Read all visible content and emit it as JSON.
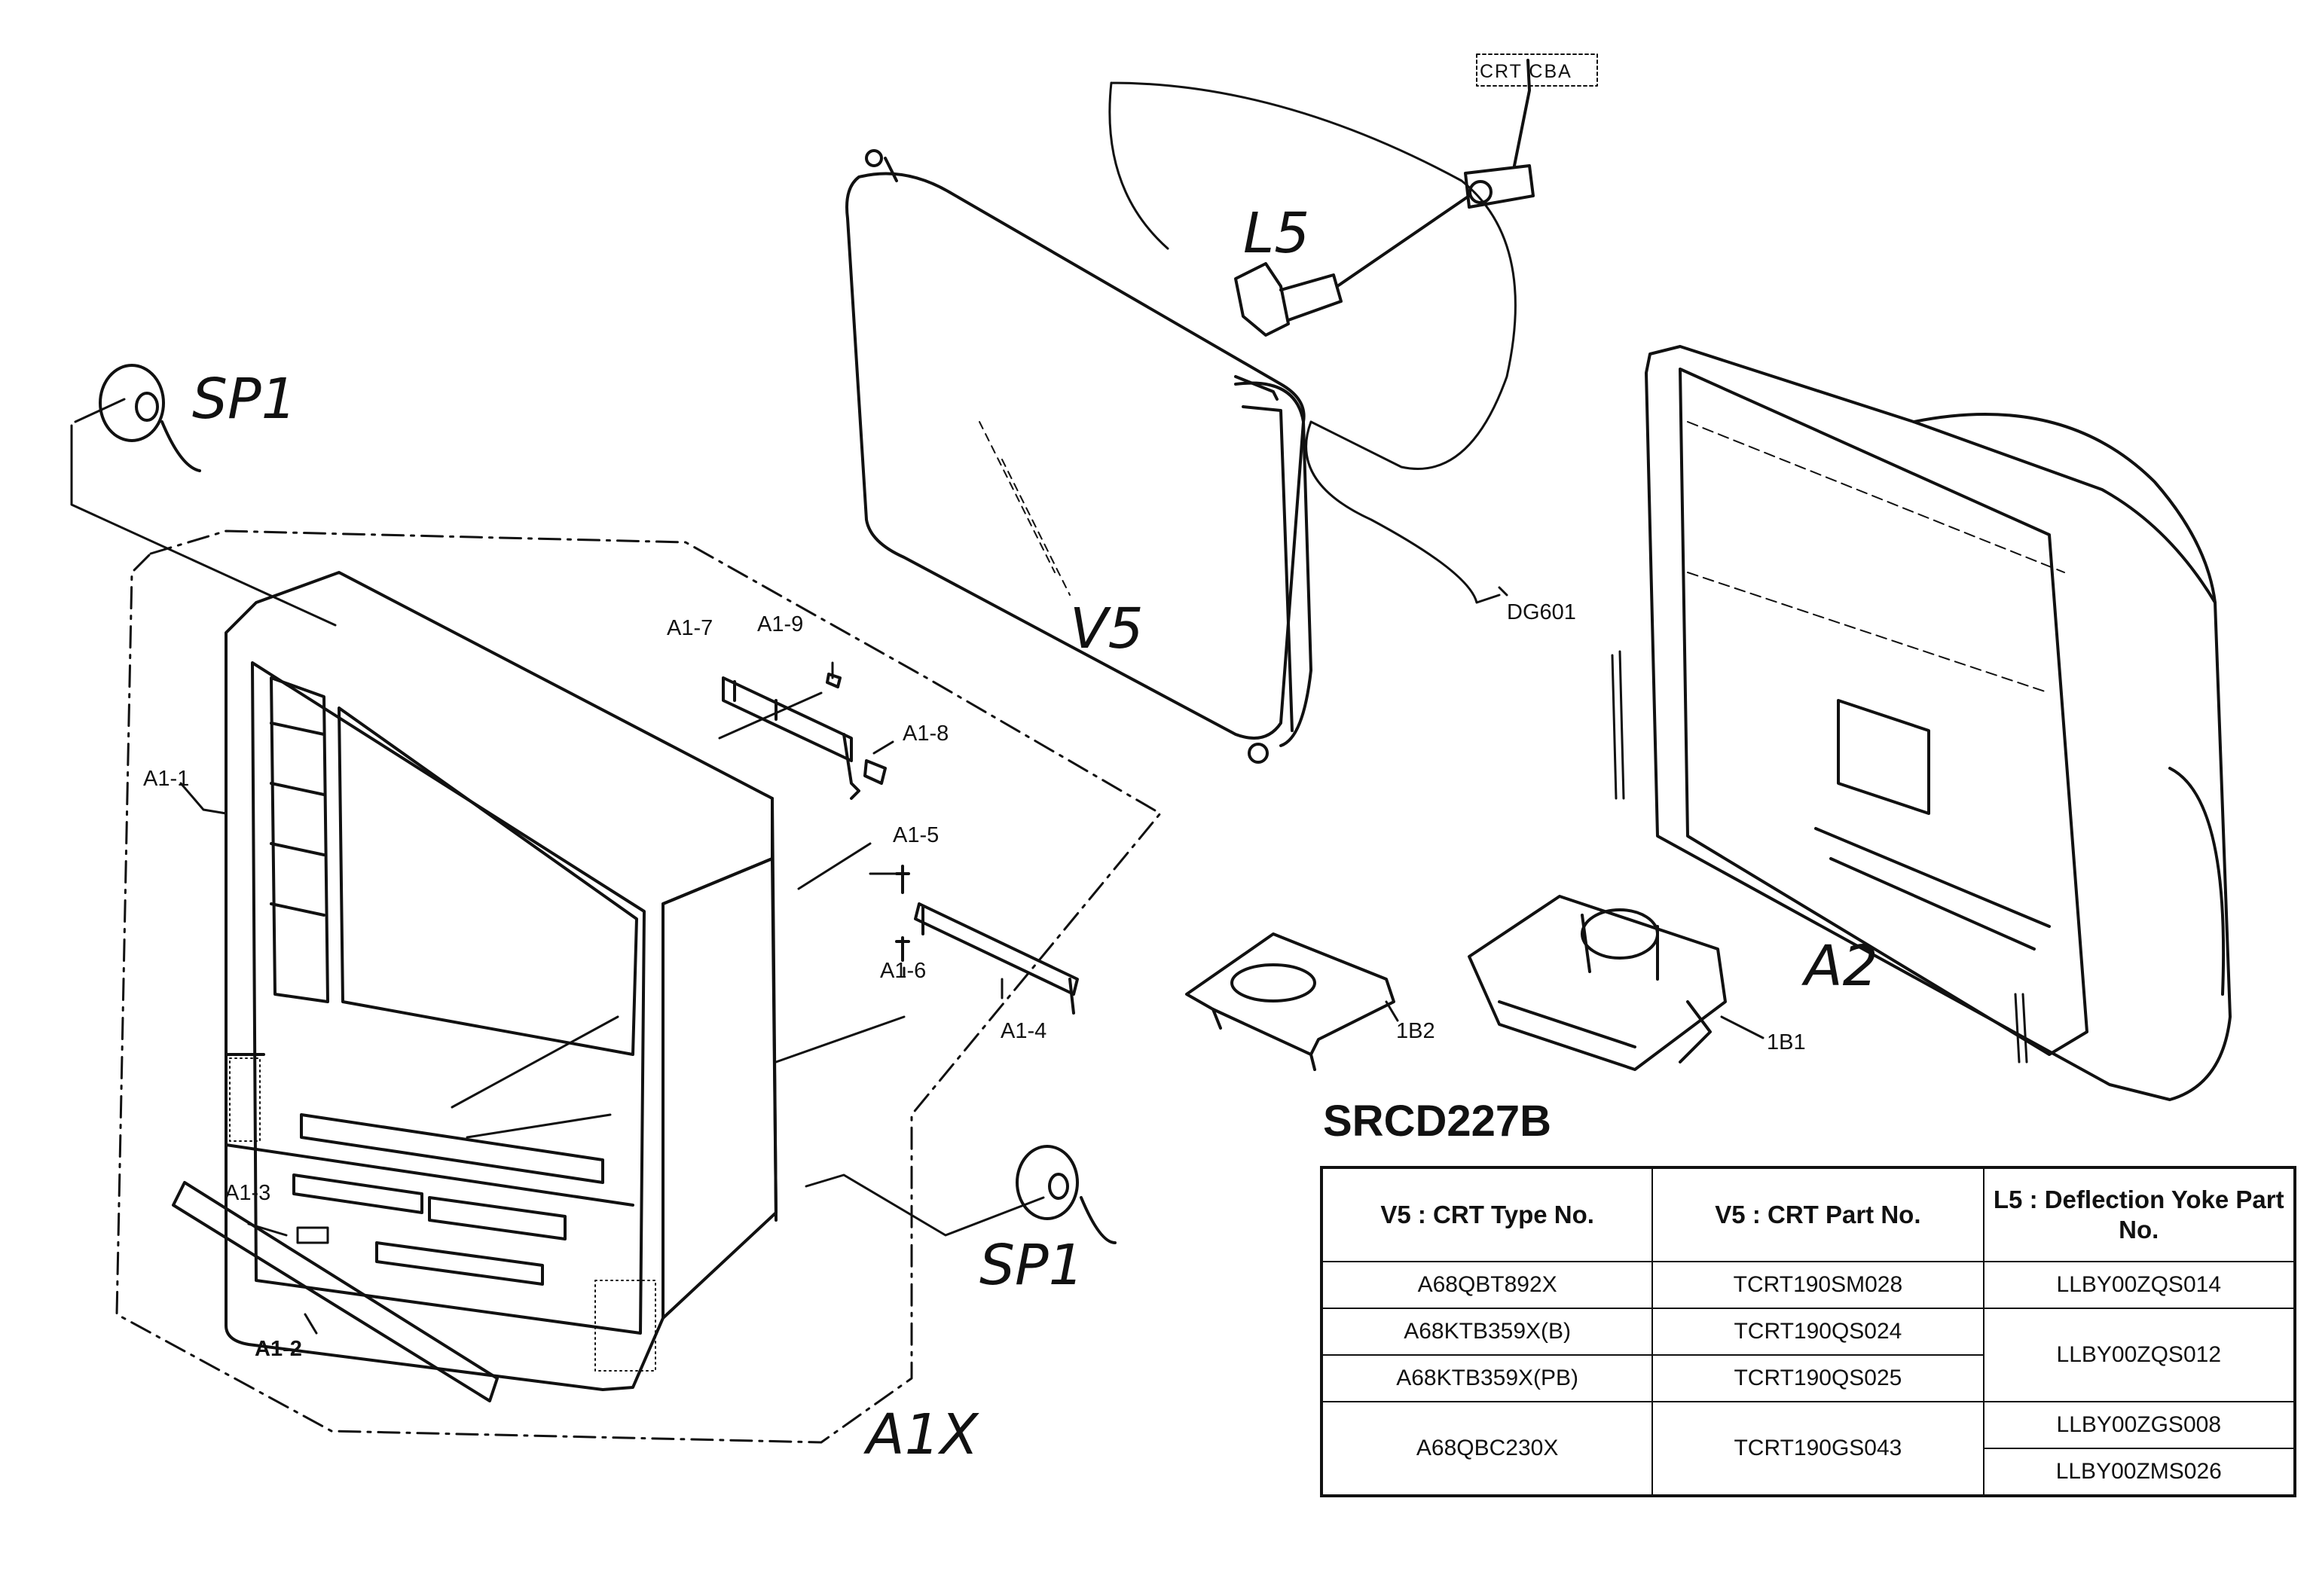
{
  "labels": {
    "crt_cba": "CRT CBA",
    "l5": "L5",
    "sp1_top": "SP1",
    "sp1_bottom": "SP1",
    "v5": "V5",
    "dg601": "DG601",
    "a1_1": "A1-1",
    "a1_2": "A1-2",
    "a1_3": "A1-3",
    "a1_4": "A1-4",
    "a1_5": "A1-5",
    "a1_6": "A1-6",
    "a1_7": "A1-7",
    "a1_8": "A1-8",
    "a1_9": "A1-9",
    "a1x": "A1X",
    "a2": "A2",
    "b1": "1B1",
    "b2": "1B2"
  },
  "model": "SRCD227B",
  "table": {
    "headers": [
      "V5 : CRT Type No.",
      "V5 : CRT Part No.",
      "L5 : Deflection Yoke Part No."
    ],
    "rows": [
      {
        "type": "A68QBT892X",
        "part": "TCRT190SM028",
        "yoke": "LLBY00ZQS014"
      },
      {
        "type": "A68KTB359X(B)",
        "part": "TCRT190QS024",
        "yoke": "LLBY00ZQS012"
      },
      {
        "type": "A68KTB359X(PB)",
        "part": "TCRT190QS025"
      },
      {
        "type": "A68QBC230X",
        "part": "TCRT190GS043",
        "yoke": "LLBY00ZGS008"
      },
      {
        "yoke": "LLBY00ZMS026"
      }
    ]
  }
}
